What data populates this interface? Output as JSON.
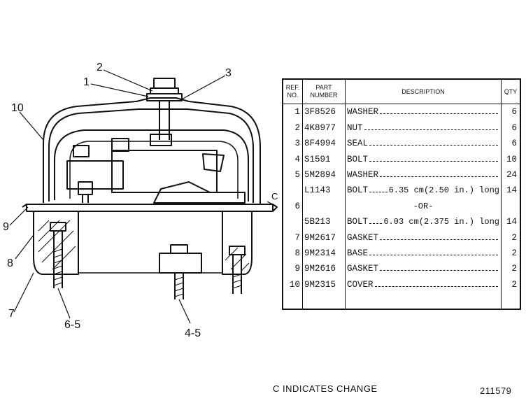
{
  "callouts": {
    "c1": "1",
    "c2": "2",
    "c3": "3",
    "c10": "10",
    "c9": "9",
    "c8": "8",
    "c7": "7",
    "c65": "6-5",
    "c45": "4-5",
    "cC": "C"
  },
  "table": {
    "headers": {
      "ref": "REF.\nNO.",
      "part": "PART\nNUMBER",
      "desc": "DESCRIPTION",
      "qty": "QTY"
    },
    "rows": [
      {
        "ref": "1",
        "part": "3F8526",
        "desc": "WASHER",
        "qty": "6"
      },
      {
        "ref": "2",
        "part": "4K8977",
        "desc": "NUT",
        "qty": "6"
      },
      {
        "ref": "3",
        "part": "8F4994",
        "desc": "SEAL",
        "qty": "6"
      },
      {
        "ref": "4",
        "part": "S1591",
        "desc": "BOLT",
        "qty": "10"
      },
      {
        "ref": "5",
        "part": "5M2894",
        "desc": "WASHER",
        "qty": "24"
      },
      {
        "ref": "",
        "part": "L1143",
        "desc": "BOLT",
        "desc_extra": "6.35 cm(2.50 in.) long",
        "qty": "14"
      },
      {
        "ref": "6",
        "part": "",
        "desc": "",
        "or_text": "-OR-",
        "qty": ""
      },
      {
        "ref": "",
        "part": "5B213",
        "desc": "BOLT",
        "desc_extra": "6.03 cm(2.375 in.) long",
        "qty": "14"
      },
      {
        "ref": "7",
        "part": "9M2617",
        "desc": "GASKET",
        "qty": "2"
      },
      {
        "ref": "8",
        "part": "9M2314",
        "desc": "BASE",
        "qty": "2"
      },
      {
        "ref": "9",
        "part": "9M2616",
        "desc": "GASKET",
        "qty": "2"
      },
      {
        "ref": "10",
        "part": "9M2315",
        "desc": "COVER",
        "qty": "2"
      }
    ]
  },
  "footer": {
    "note": "C INDICATES CHANGE",
    "illustration_number": "211579"
  }
}
